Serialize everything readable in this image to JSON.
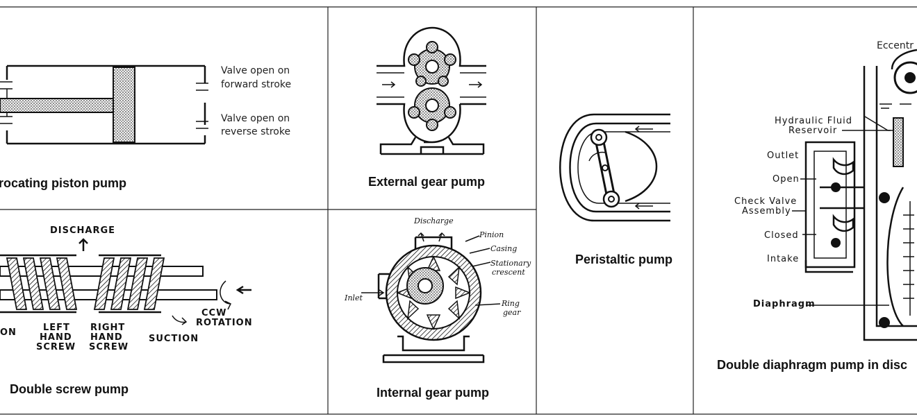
{
  "panels": {
    "piston": {
      "caption": "rocating piston pump",
      "label_1a": "Valve open on",
      "label_1b": "forward stroke",
      "label_2a": "Valve open on",
      "label_2b": "reverse stroke"
    },
    "external_gear": {
      "caption": "External gear pump"
    },
    "peristaltic": {
      "caption": "Peristaltic pump"
    },
    "diaphragm": {
      "caption": "Double diaphragm pump in disc",
      "eccentric": "Eccentr",
      "reservoir_a": "Hydraulic Fluid",
      "reservoir_b": "Reservoir",
      "outlet": "Outlet",
      "open": "Open",
      "check_a": "Check Valve",
      "check_b": "Assembly",
      "closed": "Closed",
      "intake": "Intake",
      "diaphragm": "Diaphragm"
    },
    "screw": {
      "caption": "Double screw pump",
      "discharge": "DISCHARGE",
      "on": "ON",
      "left_a": "LEFT",
      "left_b": "HAND",
      "left_c": "SCREW",
      "right_a": "RIGHT",
      "right_b": "HAND",
      "right_c": "SCREW",
      "suction": "SUCTION",
      "ccw_a": "CCW",
      "ccw_b": "ROTATION"
    },
    "internal_gear": {
      "caption": "Internal gear pump",
      "discharge": "Discharge",
      "pinion": "Pinion",
      "casing": "Casing",
      "stationary_a": "Stationary",
      "stationary_b": "crescent",
      "inlet": "Inlet",
      "ring_a": "Ring",
      "ring_b": "gear"
    }
  }
}
